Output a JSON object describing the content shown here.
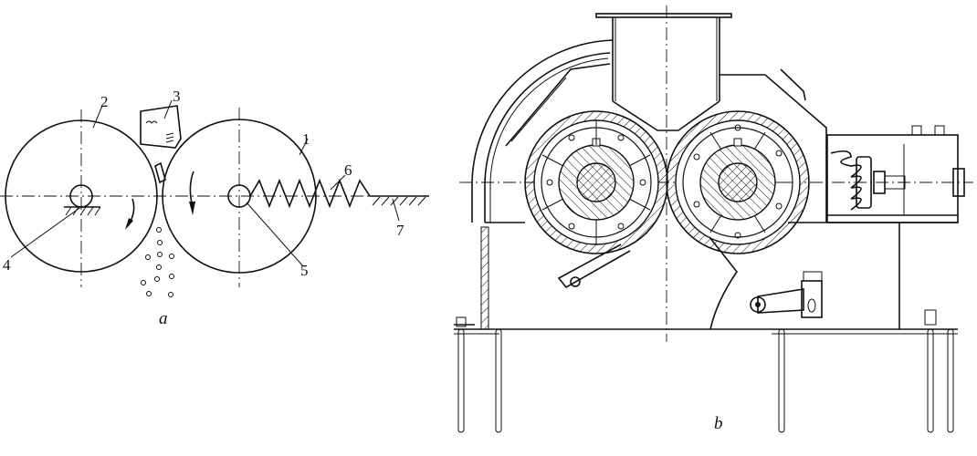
{
  "figure_a": {
    "caption": "a",
    "labels": [
      "1",
      "2",
      "3",
      "4",
      "5",
      "6",
      "7"
    ]
  },
  "figure_b": {
    "caption": "b"
  }
}
